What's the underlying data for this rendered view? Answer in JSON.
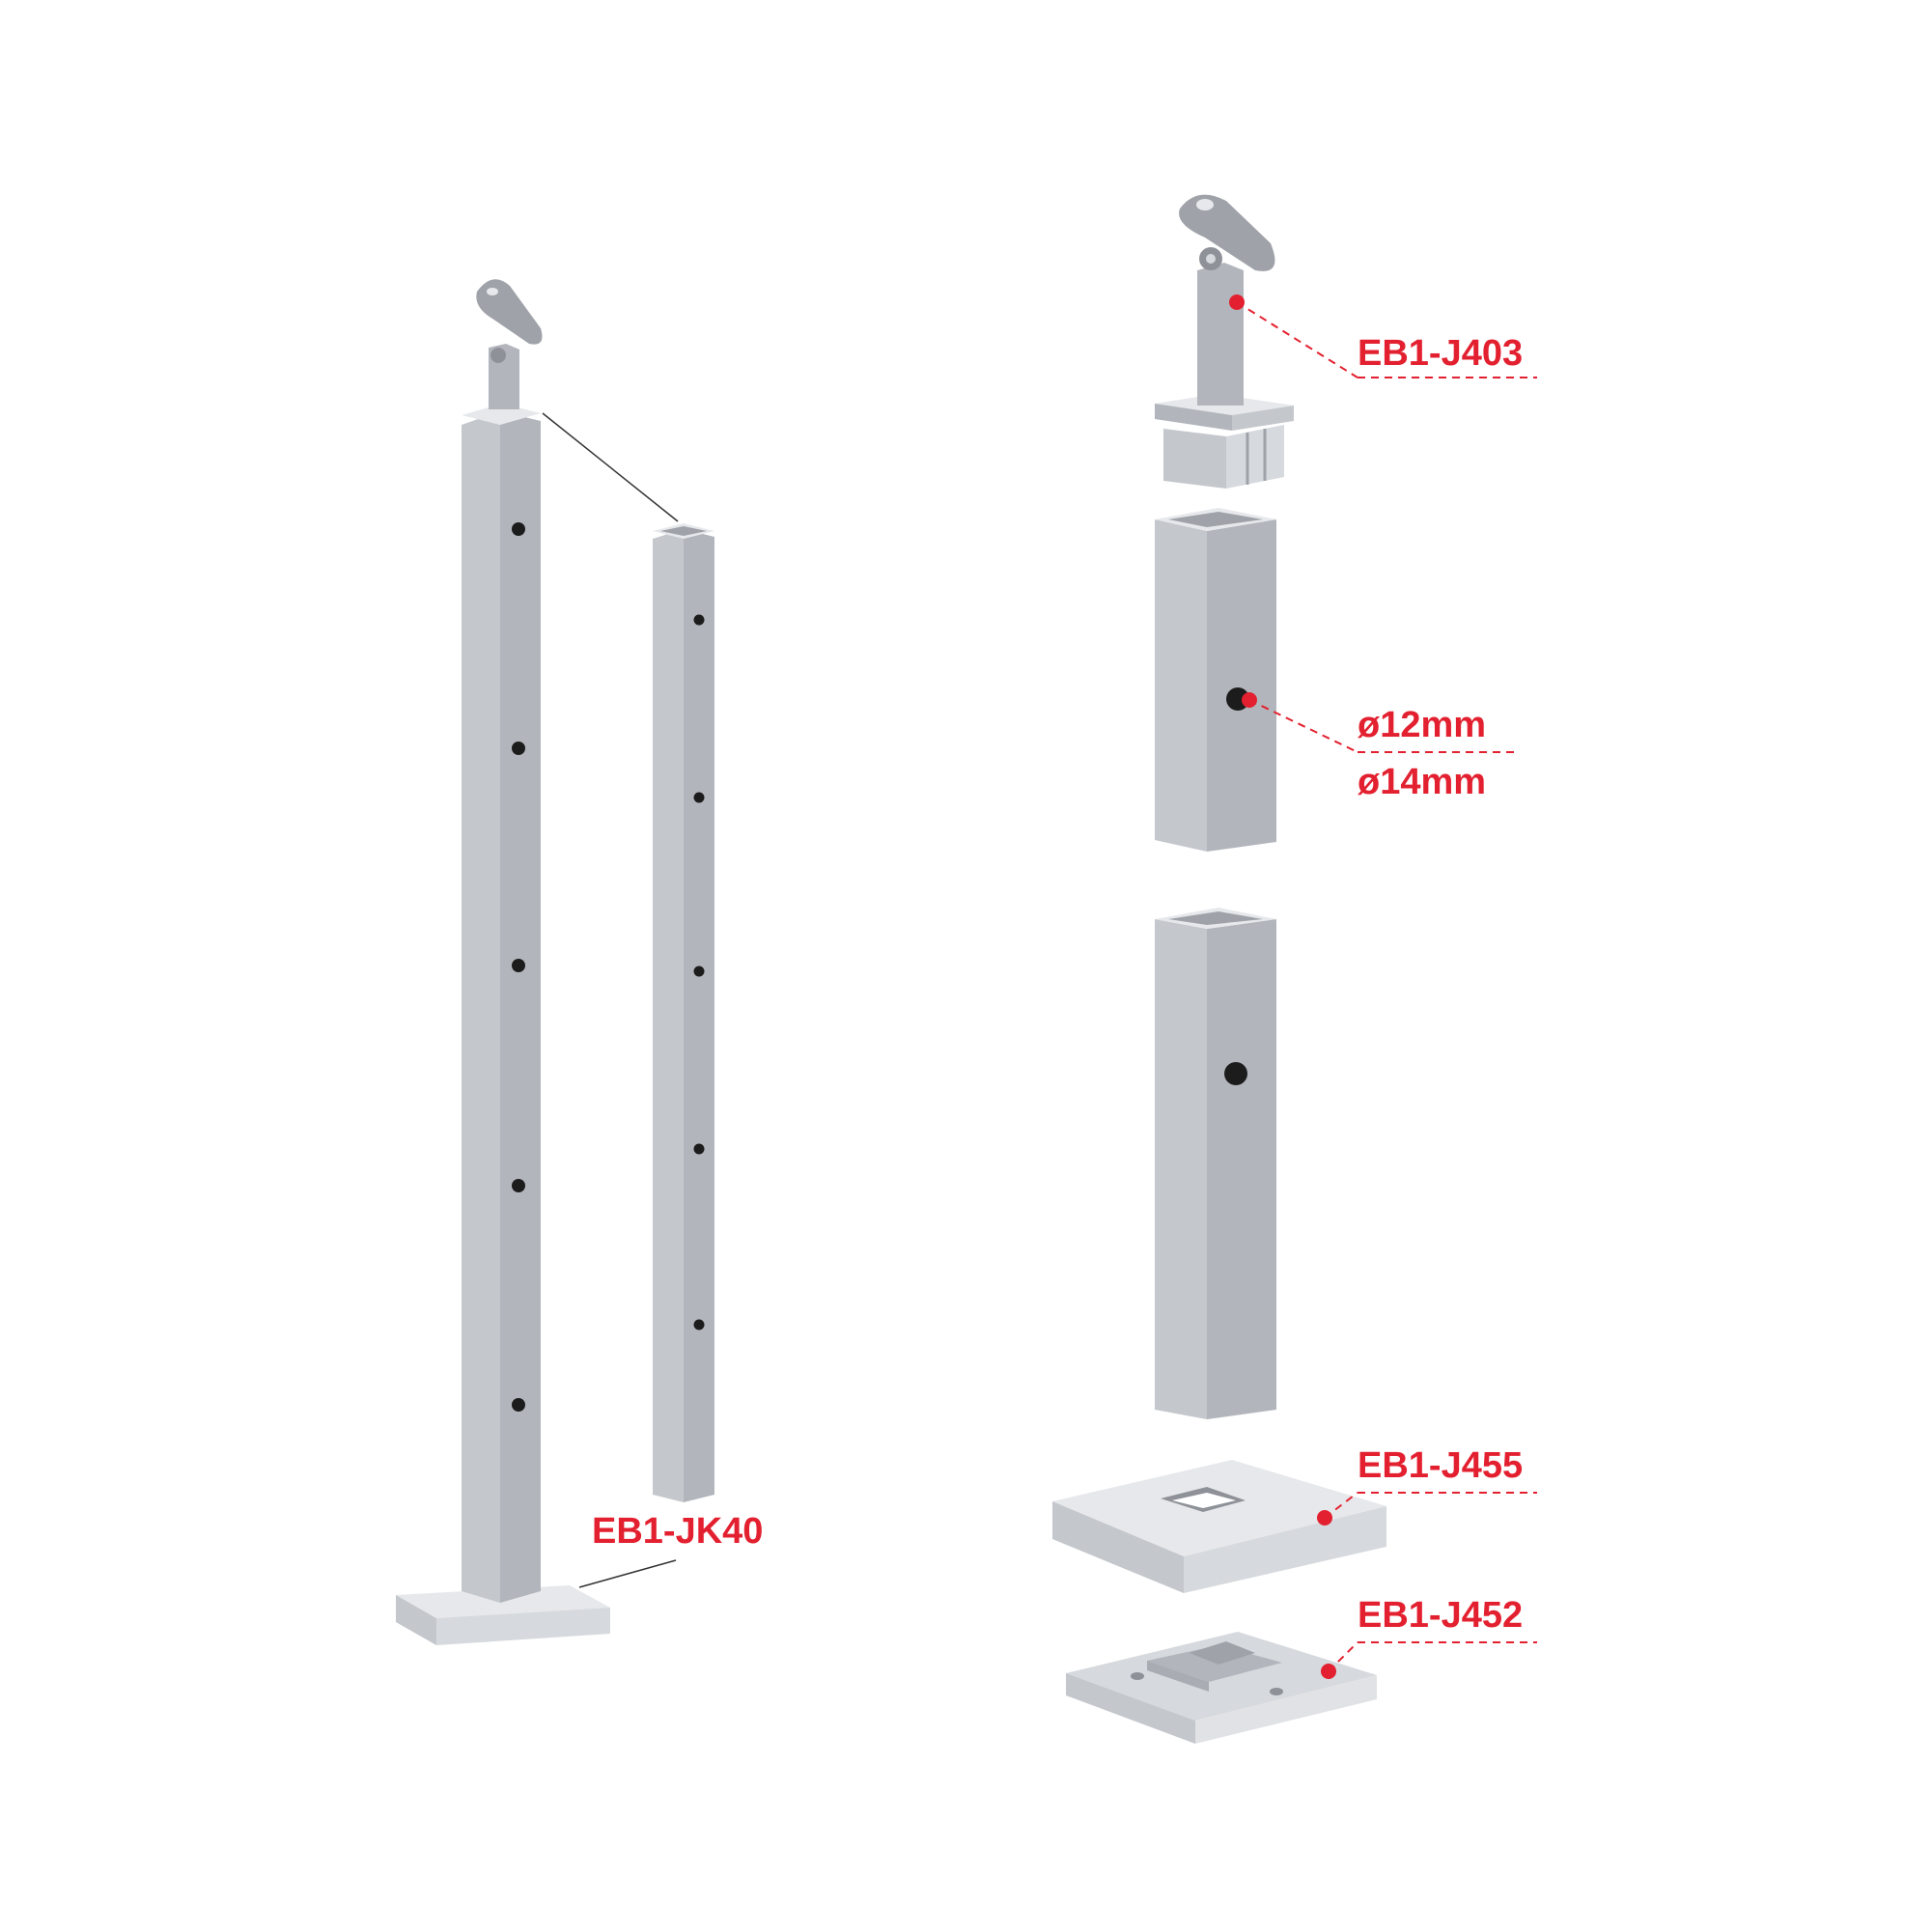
{
  "colors": {
    "accent": "#e3202f",
    "metal_face": "#c4c7cc",
    "metal_light": "#d6d9dd",
    "metal_dark": "#a9adb3",
    "metal_top": "#e6e8eb",
    "hole": "#1c1c1c",
    "leader_black": "#333333"
  },
  "labels": {
    "post_assembly": "EB1-JK40",
    "handrail_holder": "EB1-J403",
    "hole_diameter_1": "ø12mm",
    "hole_diameter_2": "ø14mm",
    "cover_plate": "EB1-J455",
    "base_plate": "EB1-J452"
  }
}
